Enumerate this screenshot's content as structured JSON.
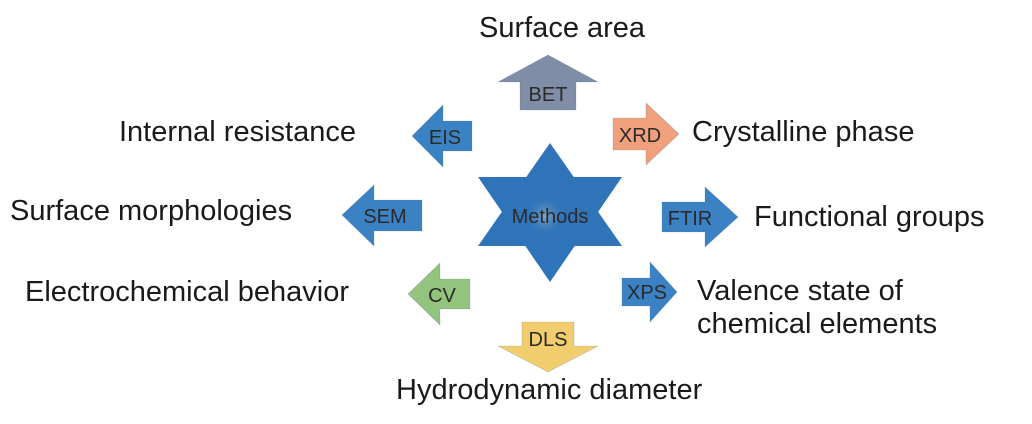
{
  "center": {
    "label": "Methods",
    "color": "#2f74b9"
  },
  "methods": [
    {
      "key": "bet",
      "abbr": "BET",
      "property": "Surface area",
      "color": "#7f8da6",
      "direction": "up"
    },
    {
      "key": "xrd",
      "abbr": "XRD",
      "property": "Crystalline phase",
      "color": "#f0a07a",
      "direction": "right"
    },
    {
      "key": "ftir",
      "abbr": "FTIR",
      "property": "Functional groups",
      "color": "#3b82c4",
      "direction": "right"
    },
    {
      "key": "xps",
      "abbr": "XPS",
      "property_lines": [
        "Valence state of",
        "chemical elements"
      ],
      "color": "#3b82c4",
      "direction": "right"
    },
    {
      "key": "dls",
      "abbr": "DLS",
      "property": "Hydrodynamic diameter",
      "color": "#f2cd6e",
      "direction": "down"
    },
    {
      "key": "cv",
      "abbr": "CV",
      "property": "Electrochemical behavior",
      "color": "#93c47d",
      "direction": "left"
    },
    {
      "key": "sem",
      "abbr": "SEM",
      "property": "Surface morphologies",
      "color": "#3b82c4",
      "direction": "left"
    },
    {
      "key": "eis",
      "abbr": "EIS",
      "property": "Internal resistance",
      "color": "#3b82c4",
      "direction": "left"
    }
  ]
}
